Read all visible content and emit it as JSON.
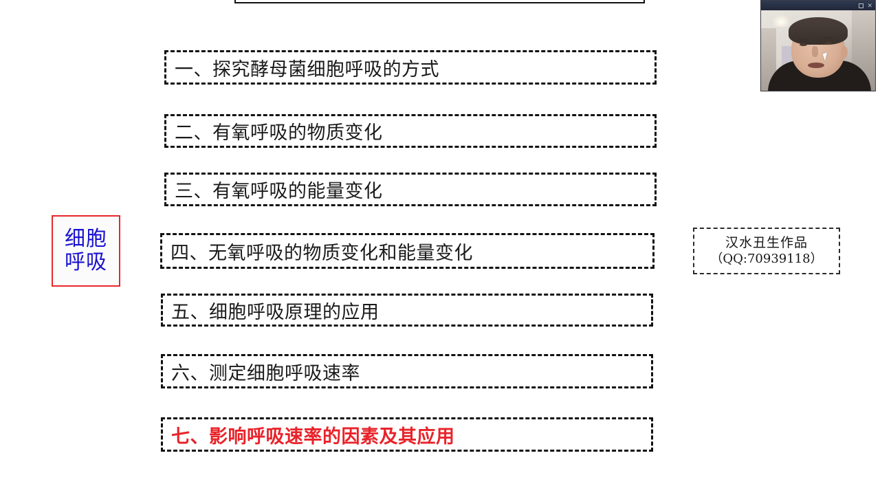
{
  "slide": {
    "background_color": "#ffffff",
    "title_box_present": true,
    "left_label": {
      "line1": "细胞",
      "line2": "呼吸",
      "text_color": "#1a12cf",
      "border_color": "#e8272d"
    },
    "outline_items": [
      {
        "id": 1,
        "text": "一、探究酵母菌细胞呼吸的方式",
        "highlight": false
      },
      {
        "id": 2,
        "text": "二、有氧呼吸的物质变化",
        "highlight": false
      },
      {
        "id": 3,
        "text": "三、有氧呼吸的能量变化",
        "highlight": false
      },
      {
        "id": 4,
        "text": "四、无氧呼吸的物质变化和能量变化",
        "highlight": false
      },
      {
        "id": 5,
        "text": "五、细胞呼吸原理的应用",
        "highlight": false
      },
      {
        "id": 6,
        "text": "六、测定细胞呼吸速率",
        "highlight": false
      },
      {
        "id": 7,
        "text": "七、影响呼吸速率的因素及其应用",
        "highlight": true
      }
    ],
    "highlight_color": "#e8232a",
    "watermark": {
      "line1": "汉水丑生作品",
      "line2": "（QQ:70939118）"
    }
  },
  "webcam": {
    "title": "",
    "maximize_icon": "maximize-icon",
    "close_label": "✕",
    "cursor_visible": true
  }
}
